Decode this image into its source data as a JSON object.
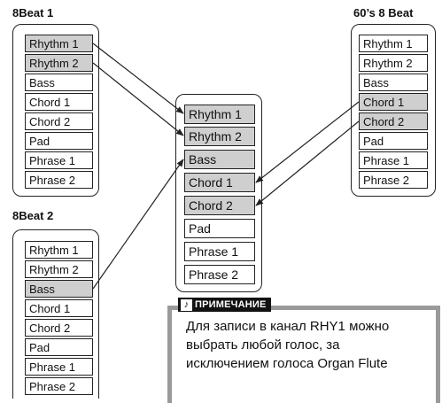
{
  "groups": {
    "beat8_1": {
      "title": "8Beat 1",
      "parts": [
        "Rhythm 1",
        "Rhythm 2",
        "Bass",
        "Chord 1",
        "Chord 2",
        "Pad",
        "Phrase 1",
        "Phrase 2"
      ],
      "highlighted": [
        0,
        1
      ]
    },
    "beat8_2": {
      "title": "8Beat 2",
      "parts": [
        "Rhythm 1",
        "Rhythm 2",
        "Bass",
        "Chord 1",
        "Chord 2",
        "Pad",
        "Phrase 1",
        "Phrase 2"
      ],
      "highlighted": [
        2
      ]
    },
    "beat60s": {
      "title": "60’s 8 Beat",
      "parts": [
        "Rhythm 1",
        "Rhythm 2",
        "Bass",
        "Chord 1",
        "Chord 2",
        "Pad",
        "Phrase 1",
        "Phrase 2"
      ],
      "highlighted": [
        3,
        4
      ]
    },
    "result": {
      "title": "",
      "parts": [
        "Rhythm 1",
        "Rhythm 2",
        "Bass",
        "Chord 1",
        "Chord 2",
        "Pad",
        "Phrase 1",
        "Phrase 2"
      ],
      "highlighted": [
        0,
        1,
        2,
        3,
        4
      ]
    }
  },
  "note": {
    "icon": "♪",
    "label": "ПРИМЕЧАНИЕ",
    "lines": [
      "Для записи в канал RHY1 можно",
      "выбрать любой голос, за",
      "исключением голоса Organ Flute"
    ]
  },
  "colors": {
    "highlight": "#cfcfcf",
    "border": "#222222",
    "note_border": "#9a9a9a"
  }
}
